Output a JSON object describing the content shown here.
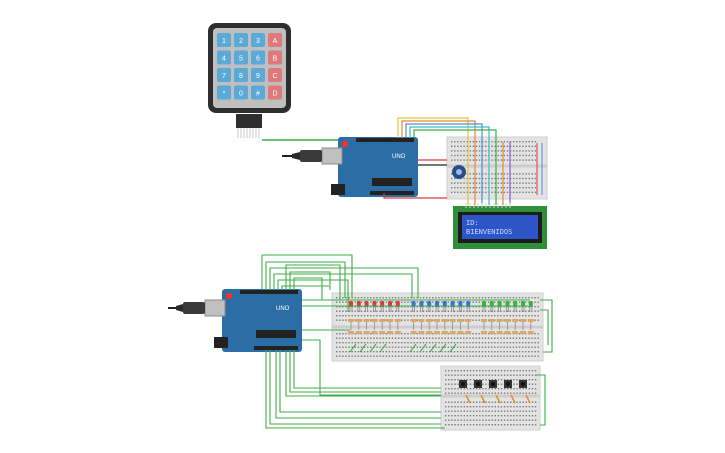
{
  "keypad": {
    "keys": [
      [
        "1",
        "2",
        "3",
        "A"
      ],
      [
        "4",
        "5",
        "6",
        "B"
      ],
      [
        "7",
        "8",
        "9",
        "C"
      ],
      [
        "*",
        "0",
        "#",
        "D"
      ]
    ],
    "colors": {
      "number": "#5aa9d6",
      "letter": "#e07a7a",
      "body": "#2e2e2e",
      "face": "#bfbfbf"
    }
  },
  "lcd": {
    "line1": "ID:",
    "line2": "BIENVENIDOS",
    "colors": {
      "screen": "#2d55c8",
      "text": "#c9d8ff",
      "pcb": "#2f8f3a"
    }
  },
  "arduino": {
    "brand": "UNO",
    "colors": {
      "board": "#2b6ea6",
      "usb": "#c0c0c0"
    }
  },
  "leds": {
    "groups": [
      {
        "color": "#d83a3a",
        "count": 7
      },
      {
        "color": "#3a6ed8",
        "count": 8
      },
      {
        "color": "#3ab04a",
        "count": 7
      }
    ]
  },
  "wire_colors": {
    "green": "#3fae4a",
    "red": "#d93a3a",
    "yellow": "#e3c341",
    "orange": "#e58a2b",
    "blue": "#4a8fd6",
    "cyan": "#44b7c9",
    "purple": "#8a5ad0",
    "black": "#222222"
  }
}
